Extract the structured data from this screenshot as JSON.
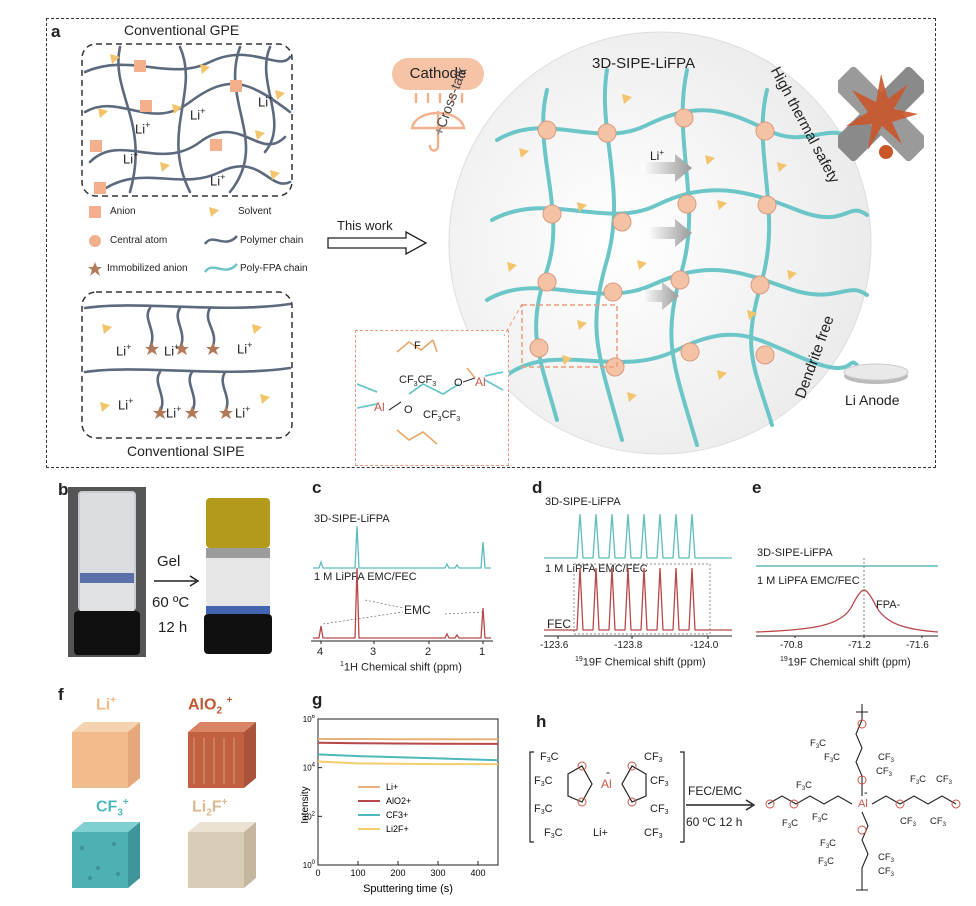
{
  "panel_labels": {
    "a": "a",
    "b": "b",
    "c": "c",
    "d": "d",
    "e": "e",
    "f": "f",
    "g": "g",
    "h": "h"
  },
  "panel_a": {
    "gpe_title": "Conventional GPE",
    "sipe_title": "Conventional SIPE",
    "li": "Li",
    "plus": "+",
    "legend": {
      "anion": "Anion",
      "solvent": "Solvent",
      "central_atom": "Central atom",
      "polymer_chain": "Polymer chain",
      "immobilized_anion": "Immobilized anion",
      "poly_fpa_chain": "Poly-FPA chain"
    },
    "this_work": "This work",
    "cathode": "Cathode",
    "cross_talk": "Cross-talk",
    "network_title": "3D-SIPE-LiFPA",
    "high_thermal_safety": "High thermal safety",
    "dendrite_free": "Dendrite free",
    "li_anode": "Li Anode",
    "inset": {
      "f": "F",
      "cf3_pair": "CF3CF3",
      "al": "Al",
      "o": "O"
    }
  },
  "panel_b": {
    "gel": "Gel",
    "temp": "60 ºC",
    "time": "12 h"
  },
  "panel_c": {
    "top_label": "3D-SIPE-LiFPA",
    "bottom_label": "1 M LiPFA EMC/FEC",
    "emc": "EMC",
    "xlabel": "1H Chemical shift (ppm)",
    "ticks": [
      "4",
      "3",
      "2",
      "1"
    ]
  },
  "panel_d": {
    "top_label": "3D-SIPE-LiFPA",
    "bottom_label": "1 M LiPFA EMC/FEC",
    "fec": "FEC",
    "xlabel": "19F Chemical shift (ppm)",
    "ticks": [
      "-123.6",
      "-123.8",
      "-124.0"
    ]
  },
  "panel_e": {
    "top_label": "3D-SIPE-LiFPA",
    "bottom_label": "1 M LiPFA EMC/FEC",
    "fpa": "FPA-",
    "xlabel": "19F Chemical shift (ppm)",
    "ticks": [
      "-70.8",
      "-71.2",
      "-71.6"
    ]
  },
  "panel_f": {
    "li": "Li+",
    "alo2": "AlO2 +",
    "cf3": "CF3+",
    "li2f": "Li2F+"
  },
  "panel_h": {
    "fec_emc": "FEC/EMC",
    "condition": "60 ºC 12 h",
    "li": "Li+"
  },
  "chart_data": {
    "type": "line",
    "xlabel": "Sputtering time (s)",
    "ylabel": "Intensity",
    "x_ticks": [
      0,
      100,
      200,
      300,
      400
    ],
    "xlim": [
      0,
      450
    ],
    "y_scale": "log",
    "ylim": [
      1,
      1000000
    ],
    "y_ticks": [
      "10^0",
      "10^2",
      "10^4",
      "10^6"
    ],
    "legend_position": "center",
    "series": [
      {
        "name": "Li+",
        "color": "#e8b07a",
        "x": [
          0,
          100,
          200,
          300,
          450
        ],
        "y": [
          150000,
          150000,
          148000,
          147000,
          146000
        ]
      },
      {
        "name": "AlO2+",
        "color": "#b8474a",
        "x": [
          0,
          100,
          200,
          300,
          450
        ],
        "y": [
          105000,
          100000,
          98000,
          96000,
          95000
        ]
      },
      {
        "name": "CF3+",
        "color": "#4fb8b8",
        "x": [
          0,
          100,
          200,
          300,
          450
        ],
        "y": [
          35000,
          30000,
          27000,
          24000,
          20000
        ]
      },
      {
        "name": "Li2F+",
        "color": "#f0cf6a",
        "x": [
          0,
          100,
          200,
          300,
          450
        ],
        "y": [
          18000,
          15000,
          14500,
          14000,
          14000
        ]
      }
    ]
  }
}
